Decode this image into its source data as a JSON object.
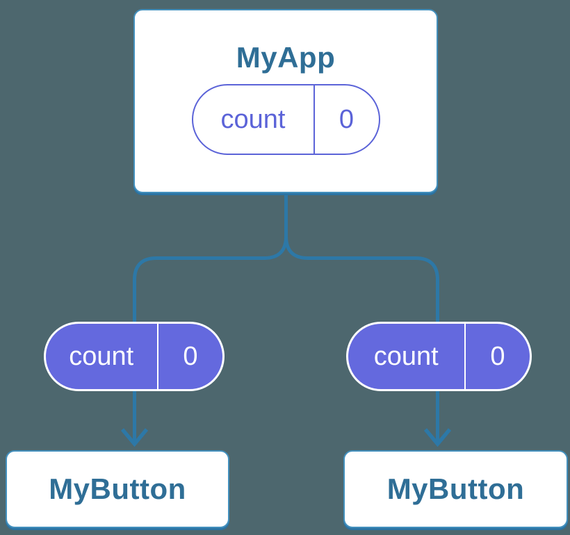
{
  "page": {
    "background_color": "#4d676e"
  },
  "colors": {
    "connector_blue": "#2d78a7",
    "node_border_blue": "#4390bd",
    "node_shadow_blue": "#2b73a3",
    "node_title_blue": "#2f6e96",
    "node_background_white": "#ffffff",
    "state_pill_outline_purple": "#5b63d8",
    "prop_pill_fill_purple": "#6469de",
    "prop_pill_text_white": "#ffffff"
  },
  "diagram": {
    "root": {
      "title": "MyApp",
      "state": {
        "name": "count",
        "value": "0"
      }
    },
    "children": [
      {
        "title": "MyButton",
        "prop": {
          "name": "count",
          "value": "0"
        }
      },
      {
        "title": "MyButton",
        "prop": {
          "name": "count",
          "value": "0"
        }
      }
    ]
  }
}
